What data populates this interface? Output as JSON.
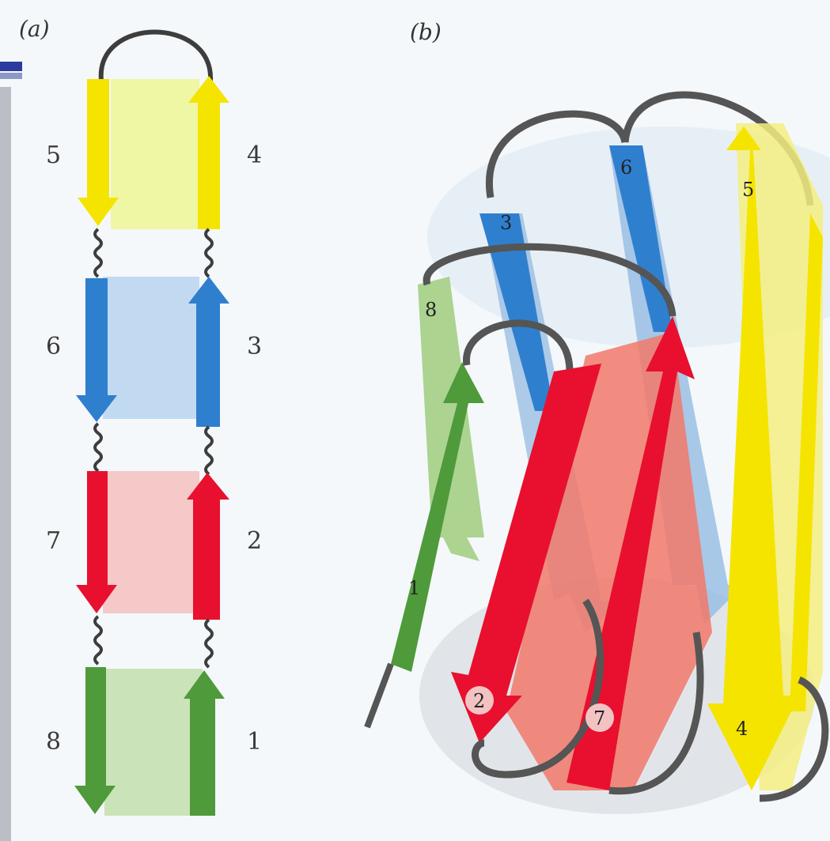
{
  "panels": {
    "a": {
      "label": "(a)"
    },
    "b": {
      "label": "(b)"
    }
  },
  "strands_a": {
    "s5": "5",
    "s4": "4",
    "s6": "6",
    "s3": "3",
    "s7": "7",
    "s2": "2",
    "s8": "8",
    "s1": "1"
  },
  "strands_b": {
    "s1": "1",
    "s2": "2",
    "s3": "3",
    "s4": "4",
    "s5": "5",
    "s6": "6",
    "s7": "7",
    "s8": "8"
  },
  "colors": {
    "yellow": "#f5e400",
    "yellow_light": "#eef59a",
    "blue": "#2f7fcf",
    "blue_light": "#bcd6ef",
    "red": "#e8102e",
    "red_light": "#f6c3c3",
    "green": "#4f9a3a",
    "green_light": "#c6e0b0",
    "loop": "#444444"
  }
}
